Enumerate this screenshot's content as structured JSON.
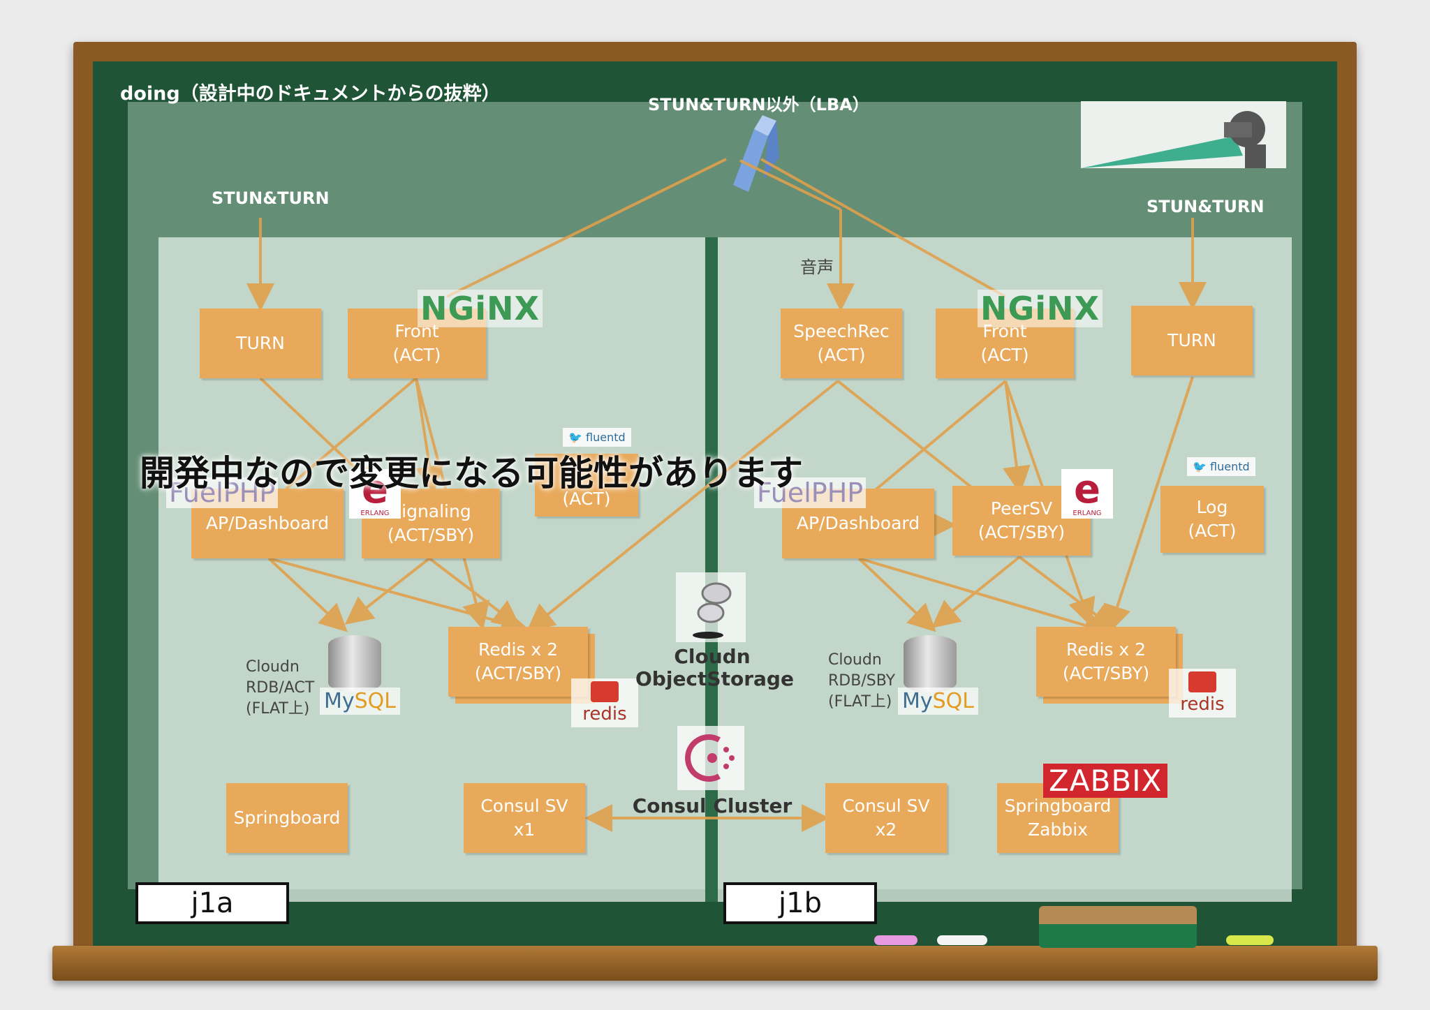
{
  "header": {
    "title": "doing（設計中のドキュメントからの抜粋）",
    "lb_label": "STUN&TURN以外（LBA）",
    "stun_left": "STUN&TURN",
    "stun_right": "STUN&TURN",
    "voice_label": "音声"
  },
  "warning": "開発中なので変更になる可能性があります",
  "logos": {
    "nginx": "NGiNX",
    "fuelphp": "FuelPHP",
    "erlang": "ERLANG",
    "fluentd": "fluentd",
    "redis": "redis",
    "mysql_my": "My",
    "mysql_sql": "SQL",
    "zabbix": "ZABBIX"
  },
  "zones": {
    "a_label": "j1a",
    "b_label": "j1b"
  },
  "nodes": {
    "a_turn": "TURN",
    "a_front": "Front\n(ACT)",
    "a_ap": "AP/Dashboard",
    "a_signaling": "Signaling\n(ACT/SBY)",
    "a_act": "(ACT)",
    "a_redis": "Redis x 2\n(ACT/SBY)",
    "a_springboard": "Springboard",
    "a_consul": "Consul SV\nx1",
    "b_speech": "SpeechRec\n(ACT)",
    "b_front": "Front\n(ACT)",
    "b_turn": "TURN",
    "b_ap": "AP/Dashboard",
    "b_peer": "PeerSV\n(ACT/SBY)",
    "b_log": "Log\n(ACT)",
    "b_redis": "Redis x 2\n(ACT/SBY)",
    "b_consul": "Consul SV\nx2",
    "b_springboard": "Springboard\nZabbix"
  },
  "labels": {
    "a_rdb": "Cloudn\nRDB/ACT\n(FLAT上)",
    "b_rdb": "Cloudn\nRDB/SBY\n(FLAT上)",
    "objstorage": "Cloudn\nObjectStorage",
    "consul_cluster": "Consul Cluster"
  },
  "colors": {
    "board": "#1f5436",
    "frame": "#8a5a24",
    "box": "#e8a95a",
    "arrow": "#e0a04c"
  }
}
